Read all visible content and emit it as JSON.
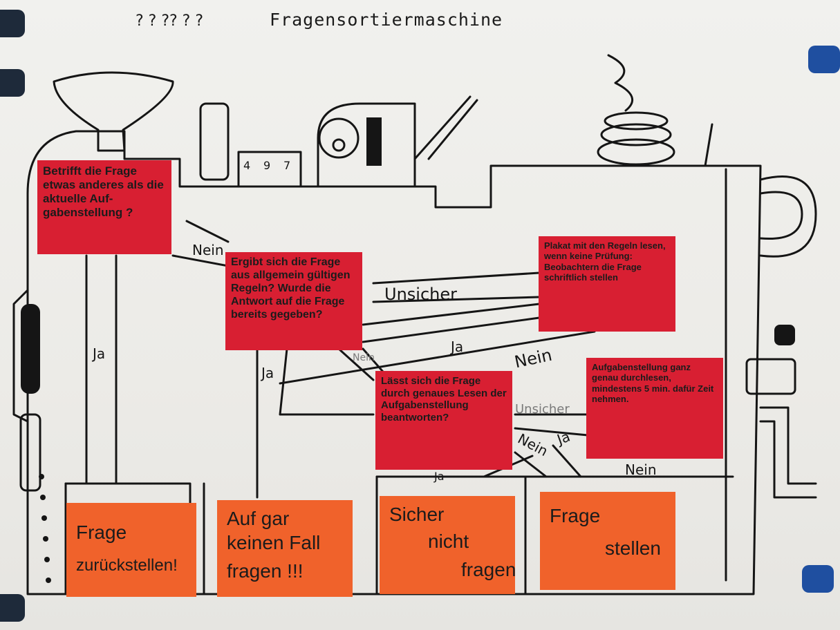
{
  "title": "Fragensortiermaschine",
  "question_marks": "? ? ?? ? ?",
  "questions": [
    {
      "id": "q1",
      "text": "Betrifft die Frage etwas anderes als die aktuelle Auf-gabenstellung ?"
    },
    {
      "id": "q2",
      "text": "Ergibt sich die Frage aus allgemein gültigen Regeln? Wurde die Antwort auf die Frage bereits gegeben?"
    },
    {
      "id": "q3",
      "text": "Plakat mit den Regeln lesen, wenn keine Prüfung: Beobachtern die Frage schriftlich stellen"
    },
    {
      "id": "q4",
      "text": "Lässt sich die Frage durch genaues Lesen der Aufgabenstellung beantworten?"
    },
    {
      "id": "q5",
      "text": "Aufgabenstellung ganz genau durchlesen, mindestens 5 min. dafür Zeit nehmen."
    }
  ],
  "outcomes": [
    {
      "id": "o1",
      "line1": "Frage",
      "line2": "zurückstellen!"
    },
    {
      "id": "o2",
      "line1": "Auf gar",
      "line2": "keinen Fall",
      "line3": "fragen !!!"
    },
    {
      "id": "o3",
      "line1": "Sicher",
      "line2": "nicht",
      "line3": "fragen"
    },
    {
      "id": "o4",
      "line1": "Frage",
      "line2": "stellen"
    }
  ],
  "labels": {
    "nein_1": "Nein",
    "ja_1": "Ja",
    "unsicher_1": "Unsicher",
    "ja_2": "Ja",
    "nein_2": "Nein",
    "nein_3": "Nein",
    "ja_3": "Ja",
    "unsicher_2": "Unsicher",
    "nein_4": "Nein",
    "ja_4": "Ja",
    "ja_5": "Ja",
    "nein_5": "Nein"
  },
  "machine_digits": [
    "4",
    "9",
    "7"
  ],
  "colors": {
    "paper": "#ecebe7",
    "question_card": "#d81f32",
    "outcome_card": "#f0622b",
    "ink": "#151515",
    "magnet_blue": "#1f4fa0",
    "magnet_dark": "#1e2a3a"
  }
}
